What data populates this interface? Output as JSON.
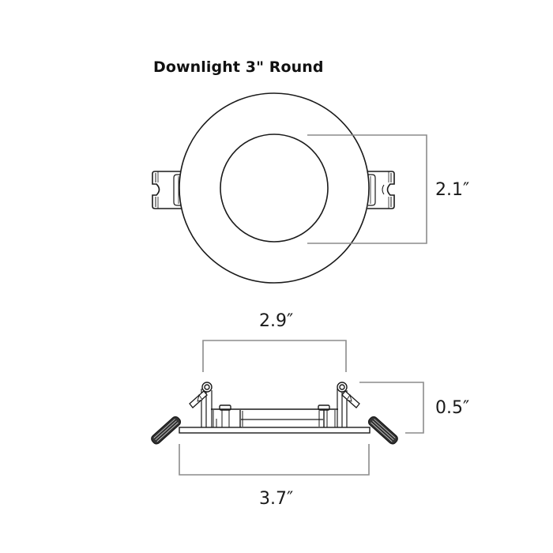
{
  "title": "Downlight 3\" Round",
  "top_view": {
    "dimension_label": "2.1″",
    "dimension_meaning": "inner aperture diameter"
  },
  "side_view": {
    "top_width_label": "2.9″",
    "height_label": "0.5″",
    "bottom_width_label": "3.7″"
  },
  "colors": {
    "line": "#1a1a1a",
    "dimension_line": "#8c8c8c",
    "background": "#ffffff"
  }
}
